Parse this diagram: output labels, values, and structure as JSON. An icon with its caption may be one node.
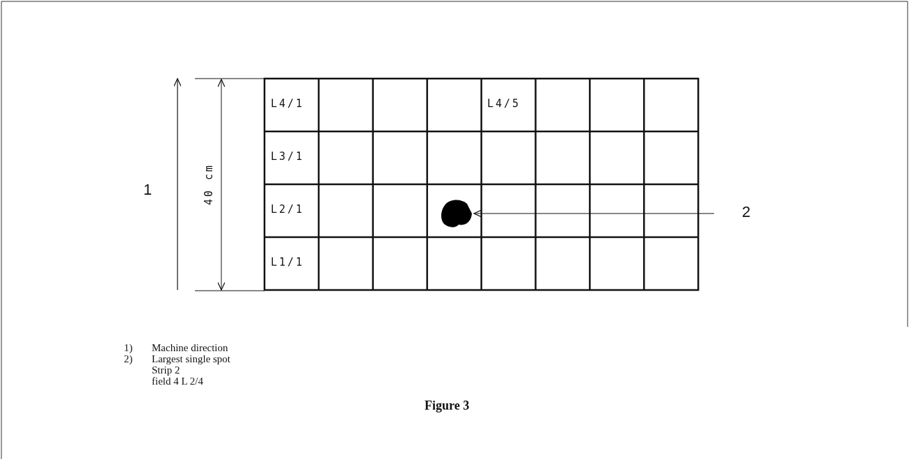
{
  "diagram": {
    "caption": "Figure 3",
    "nodes": [
      {
        "text": [
          "2"
        ]
      },
      {
        "text": [],
        "shape": "circle"
      }
    ],
    "edges": [
      {
        "from": 0,
        "to": 1,
        "arrow": "to"
      }
    ],
    "labels": [
      "1",
      "40 cm",
      "L4/1",
      "L4/5",
      "L3/1",
      "L2/1",
      "L1/1",
      "1)",
      "Machine direction",
      "2)",
      "Largest single spot",
      "Strip 2",
      "field 4 L 2/4"
    ]
  }
}
